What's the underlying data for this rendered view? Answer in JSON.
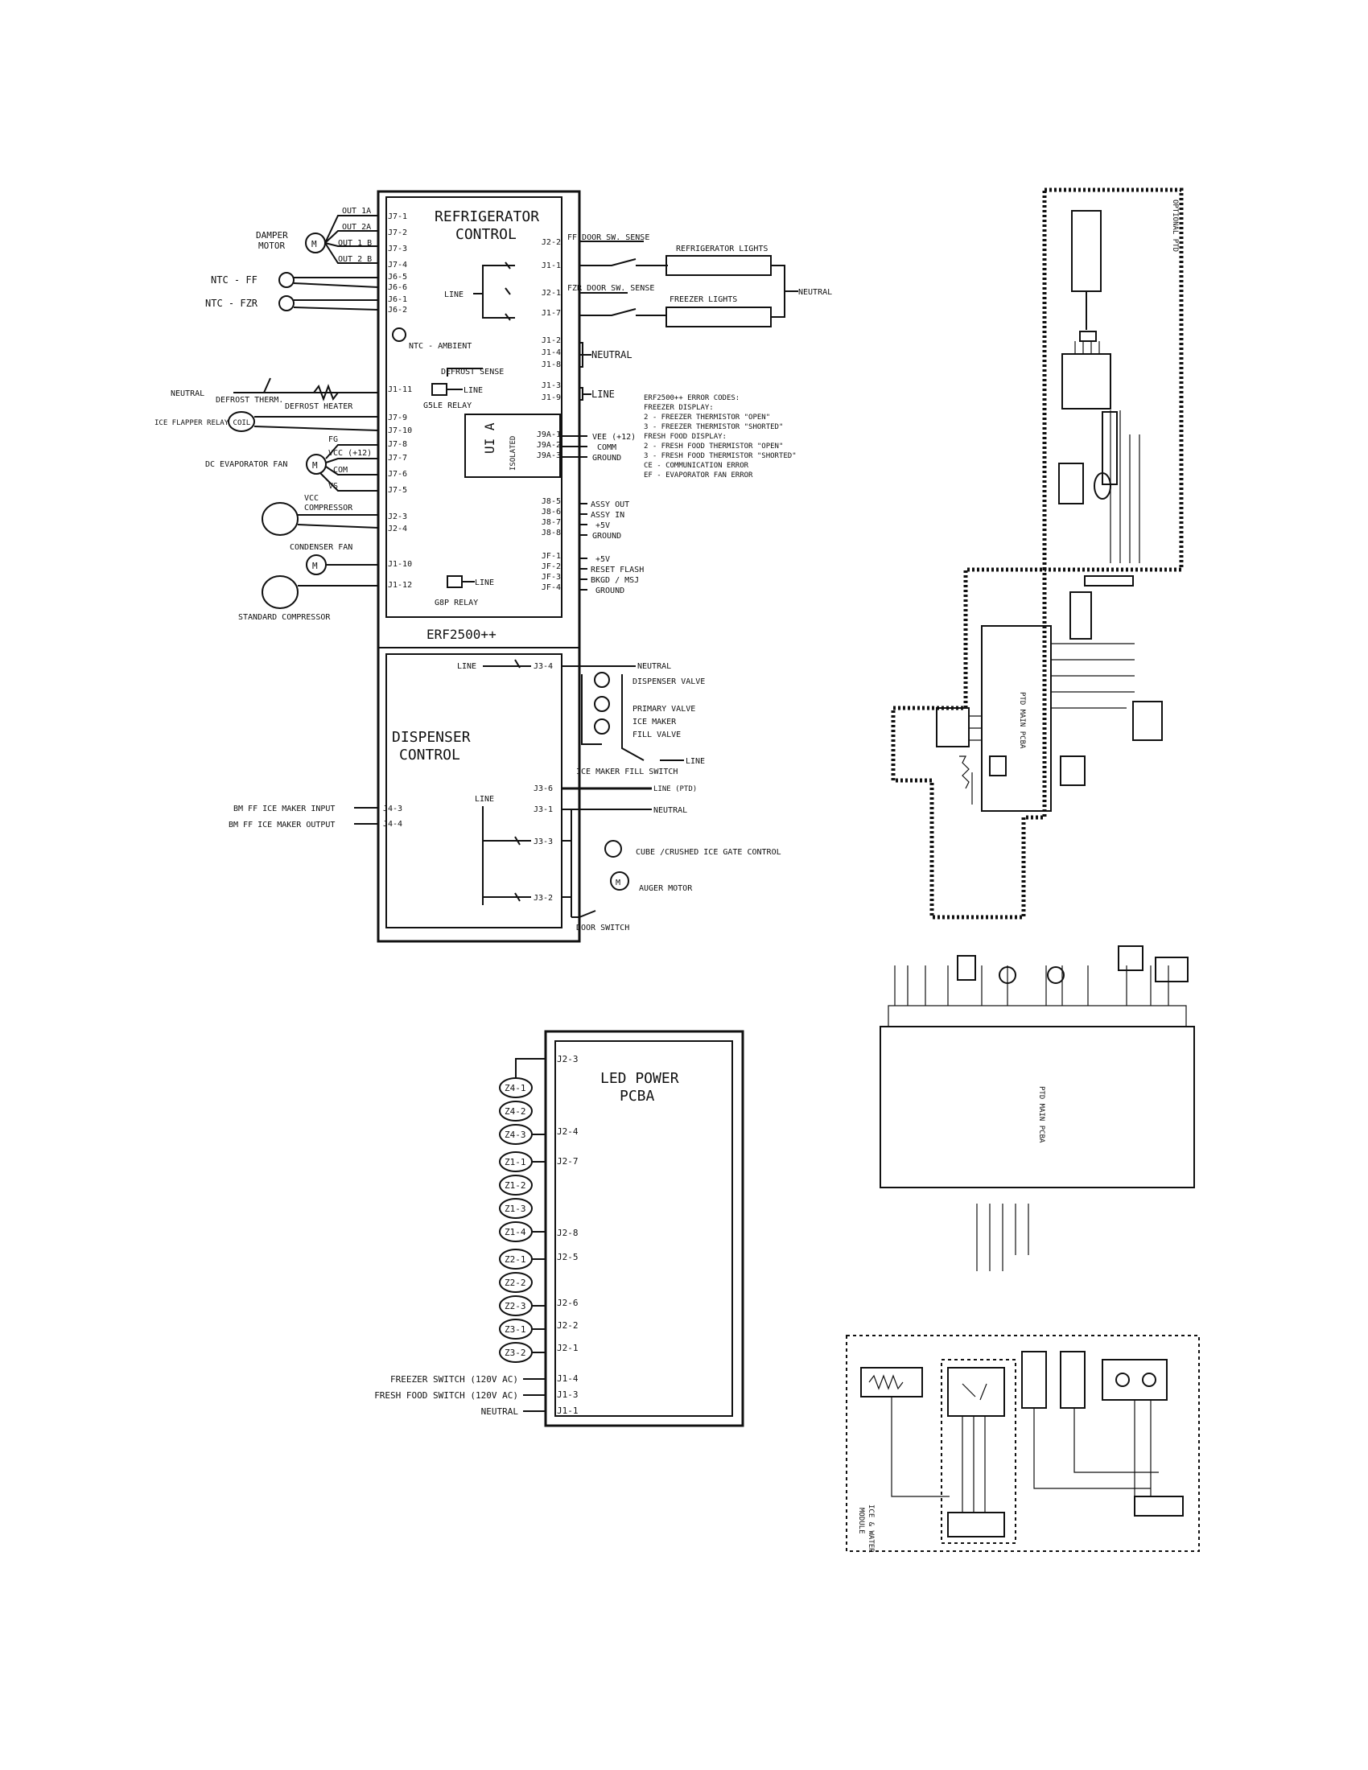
{
  "refrigerator_control": {
    "title_line1": "REFRIGERATOR",
    "title_line2": "CONTROL",
    "model": "ERF2500++",
    "left_pins": [
      "J7-1",
      "J7-2",
      "J7-3",
      "J7-4",
      "J6-5",
      "J6-6",
      "J6-1",
      "J6-2",
      "J1-11",
      "J7-9",
      "J7-10",
      "J7-8",
      "J7-7",
      "J7-6",
      "J7-5",
      "J2-3",
      "J2-4",
      "J1-10",
      "J1-12"
    ],
    "right_pins": [
      "J2-2",
      "J1-1",
      "J2-1",
      "J1-7",
      "J1-2",
      "J1-4",
      "J1-8",
      "J1-3",
      "J1-9",
      "J9A-1",
      "J9A-2",
      "J9A-3",
      "J8-5",
      "J8-6",
      "J8-7",
      "J8-8",
      "JF-1",
      "JF-2",
      "JF-3",
      "JF-4"
    ],
    "labels": {
      "line": "LINE",
      "ntc_ambient": "NTC - AMBIENT",
      "defrost_sense": "DEFROST SENSE",
      "g5le_relay": "G5LE RELAY",
      "g8p_relay": "G8P RELAY",
      "ui_a": "UI A",
      "isolated": "ISOLATED",
      "line_relay": "LINE"
    },
    "outputs": {
      "out_1a": "OUT 1A",
      "out_2a": "OUT 2A",
      "out_1b": "OUT 1 B",
      "out_2b": "OUT 2 B",
      "damper_motor_1": "DAMPER",
      "damper_motor_2": "MOTOR",
      "ntc_ff": "NTC  - FF",
      "ntc_fzr": "NTC  - FZR",
      "neutral": "NEUTRAL",
      "defrost_therm": "DEFROST THERM.",
      "defrost_heater": "DEFROST HEATER",
      "ice_flapper": "ICE FLAPPER RELAY COIL",
      "dc_evap_fan": "DC EVAPORATOR FAN",
      "fg": "FG",
      "vcc12": "VCC (+12)",
      "com": "COM",
      "vs": "VS",
      "vcc_compressor_1": "VCC",
      "vcc_compressor_2": "COMPRESSOR",
      "condenser_fan": "CONDENSER FAN",
      "standard_compressor": "STANDARD COMPRESSOR"
    },
    "right_labels": {
      "ff_door": "FF DOOR SW. SENSE",
      "fzr_door": "FZR DOOR SW. SENSE",
      "refrigerator_lights": "REFRIGERATOR LIGHTS",
      "freezer_lights": "FREEZER LIGHTS",
      "neutral_lights": "NEUTRAL",
      "neutral": "NEUTRAL",
      "line": "LINE",
      "vee12": "VEE (+12)",
      "comm": "COMM",
      "ground": "GROUND",
      "assy_out": "ASSY OUT",
      "assy_in": "ASSY  IN",
      "plus5v": "+5V",
      "ground2": "GROUND",
      "plus5v_b": "+5V",
      "reset_flash": "RESET  FLASH",
      "bkgd": "BKGD / MSJ",
      "ground3": "GROUND"
    },
    "error_codes": [
      "ERF2500++ ERROR CODES:",
      "FREEZER DISPLAY:",
      "   2 - FREEZER THERMISTOR \"OPEN\"",
      "   3 - FREEZER THERMISTOR \"SHORTED\"",
      "FRESH FOOD DISPLAY:",
      "   2 - FRESH FOOD THERMISTOR \"OPEN\"",
      "   3 - FRESH FOOD THERMISTOR \"SHORTED\"",
      "CE - COMMUNICATION ERROR",
      "EF - EVAPORATOR FAN ERROR"
    ]
  },
  "dispenser_control": {
    "title_line1": "DISPENSER",
    "title_line2": "CONTROL",
    "pins": [
      "J3-4",
      "J3-6",
      "J3-1",
      "J3-3",
      "J3-2",
      "J4-3",
      "J4-4"
    ],
    "labels": {
      "line_top": "LINE",
      "line_mid": "LINE",
      "neutral_top": "NEUTRAL",
      "dispenser_valve": "DISPENSER VALVE",
      "primary_valve": "PRIMARY VALVE",
      "ice_maker": "ICE MAKER",
      "fill_valve": "FILL VALVE",
      "line_right": "LINE",
      "ice_maker_fill_switch": "ICE MAKER FILL SWITCH",
      "line_ptd": "LINE (PTD)",
      "neutral_mid": "NEUTRAL",
      "cube_crushed": "CUBE /CRUSHED ICE GATE CONTROL",
      "auger_motor": "AUGER MOTOR",
      "door_switch": "DOOR SWITCH",
      "bm_input": "BM FF ICE MAKER INPUT",
      "bm_output": "BM FF ICE MAKER OUTPUT"
    }
  },
  "led_power": {
    "title_line1": "LED POWER",
    "title_line2": "PCBA",
    "pins": [
      "J2-3",
      "J2-4",
      "J2-7",
      "J2-8",
      "J2-5",
      "J2-6",
      "J2-2",
      "J2-1",
      "J1-4",
      "J1-3",
      "J1-1"
    ],
    "zones": [
      "Z4-1",
      "Z4-2",
      "Z4-3",
      "Z1-1",
      "Z1-2",
      "Z1-3",
      "Z1-4",
      "Z2-1",
      "Z2-2",
      "Z2-3",
      "Z3-1",
      "Z3-2"
    ],
    "inputs": {
      "freezer_switch": "FREEZER SWITCH (120V AC)",
      "fresh_food_switch": "FRESH FOOD SWITCH (120V AC)",
      "neutral": "NEUTRAL"
    }
  },
  "optional_ptd": {
    "label": "OPTIONAL PTD",
    "main_pcba": "PTD MAIN PCBA"
  },
  "ptd_bottom": {
    "main_pcba": "PTD MAIN PCBA"
  },
  "ice_water_module": {
    "label_line1": "ICE & WATER",
    "label_line2": "MODULE"
  }
}
